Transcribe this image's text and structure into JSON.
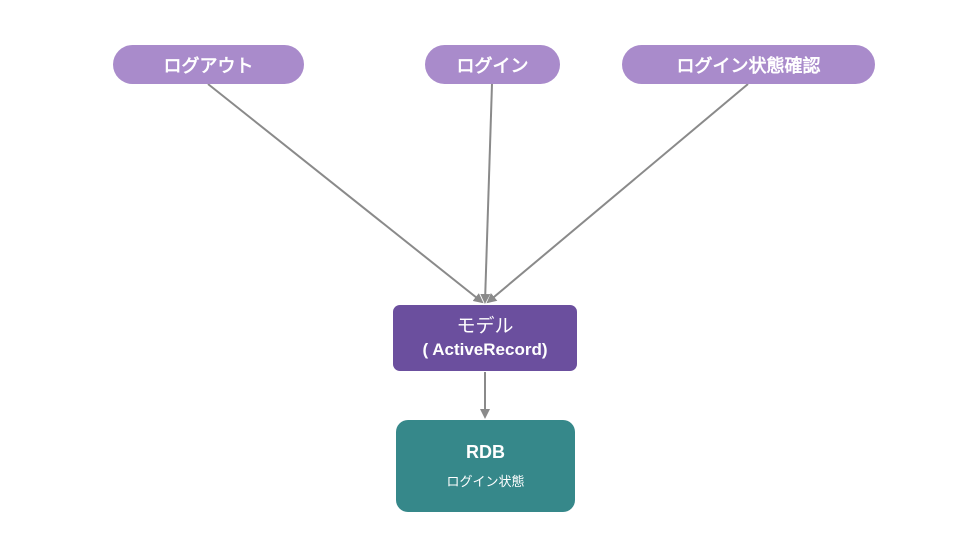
{
  "colors": {
    "pill": "#a98bcb",
    "model": "#6b4f9e",
    "rdb": "#36888a",
    "edge": "#8a8a8a"
  },
  "nodes": {
    "logout": "ログアウト",
    "login": "ログイン",
    "login_status": "ログイン状態確認",
    "model": {
      "line1": "モデル",
      "line2": "( ActiveRecord)"
    },
    "rdb": {
      "title": "RDB",
      "subtitle": "ログイン状態"
    }
  },
  "edges": [
    {
      "from": "logout",
      "to": "model"
    },
    {
      "from": "login",
      "to": "model"
    },
    {
      "from": "login_status",
      "to": "model"
    },
    {
      "from": "model",
      "to": "rdb"
    }
  ]
}
